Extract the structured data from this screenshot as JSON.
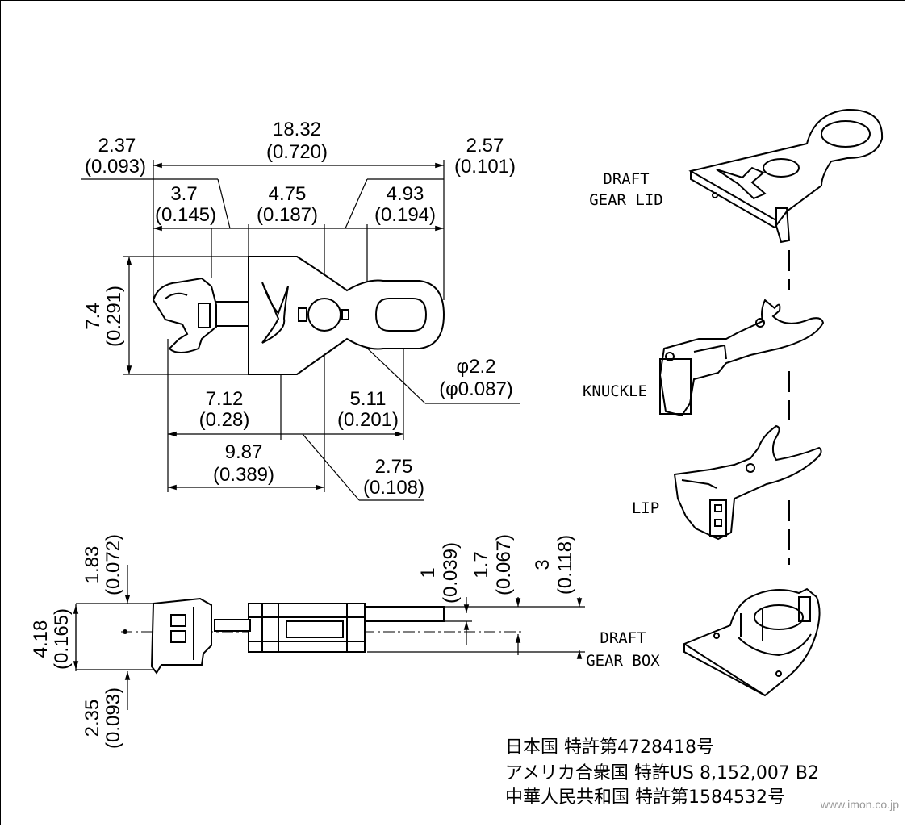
{
  "top_view": {
    "overall": "18.32",
    "overall_in": "(0.720)",
    "left_ext": "2.37",
    "left_ext_in": "(0.093)",
    "right_ext": "2.57",
    "right_ext_in": "(0.101)",
    "seg1": "3.7",
    "seg1_in": "(0.145)",
    "seg2": "4.75",
    "seg2_in": "(0.187)",
    "seg3": "4.93",
    "seg3_in": "(0.194)",
    "height": "7.4",
    "height_in": "(0.291)",
    "diameter": "φ2.2",
    "diameter_in": "(φ0.087)",
    "d712": "7.12",
    "d712_in": "(0.28)",
    "d511": "5.11",
    "d511_in": "(0.201)",
    "d987": "9.87",
    "d987_in": "(0.389)",
    "d275": "2.75",
    "d275_in": "(0.108)"
  },
  "side_view": {
    "d183": "1.83",
    "d183_in": "(0.072)",
    "d418": "4.18",
    "d418_in": "(0.165)",
    "d235": "2.35",
    "d235_in": "(0.093)",
    "d1": "1",
    "d1_in": "(0.039)",
    "d17": "1.7",
    "d17_in": "(0.067)",
    "d3": "3",
    "d3_in": "(0.118)"
  },
  "parts": {
    "lid_line1": "DRAFT",
    "lid_line2": "GEAR LID",
    "knuckle": "KNUCKLE",
    "lip": "LIP",
    "box_line1": "DRAFT",
    "box_line2": "GEAR BOX"
  },
  "patents": {
    "japan": "日本国 特許第4728418号",
    "usa": "アメリカ合衆国 特許US 8,152,007 B2",
    "china": "中華人民共和国 特許第1584532号"
  },
  "watermark": "www.imon.co.jp"
}
